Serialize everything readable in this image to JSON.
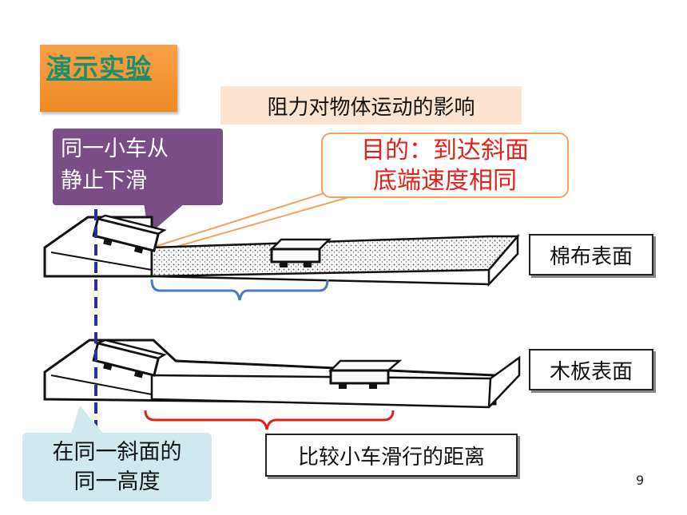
{
  "slide": {
    "title": "演示实验",
    "subtitle": "阻力对物体运动的影响",
    "callout_start": [
      "同一小车从",
      "静止下滑"
    ],
    "callout_purpose": [
      "目的：到达斜面",
      "底端速度相同"
    ],
    "label_cloth": "棉布表面",
    "label_wood": "木板表面",
    "label_compare": "比较小车滑行的距离",
    "callout_height": [
      "在同一斜面的",
      "同一高度"
    ],
    "page_number": "9"
  },
  "colors": {
    "title_bg": "#f39a3c",
    "title_text": "#1b8e6e",
    "subtitle_bg": "#fbe3cf",
    "purple_note": "#7b4d86",
    "purpose_text": "#e2211b",
    "purpose_border": "#f3a25d",
    "dash_line": "#2b2f9a",
    "brace_blue": "#4a7cc0",
    "brace_red": "#e2211b",
    "height_note_bg": "#cfe9ee"
  }
}
